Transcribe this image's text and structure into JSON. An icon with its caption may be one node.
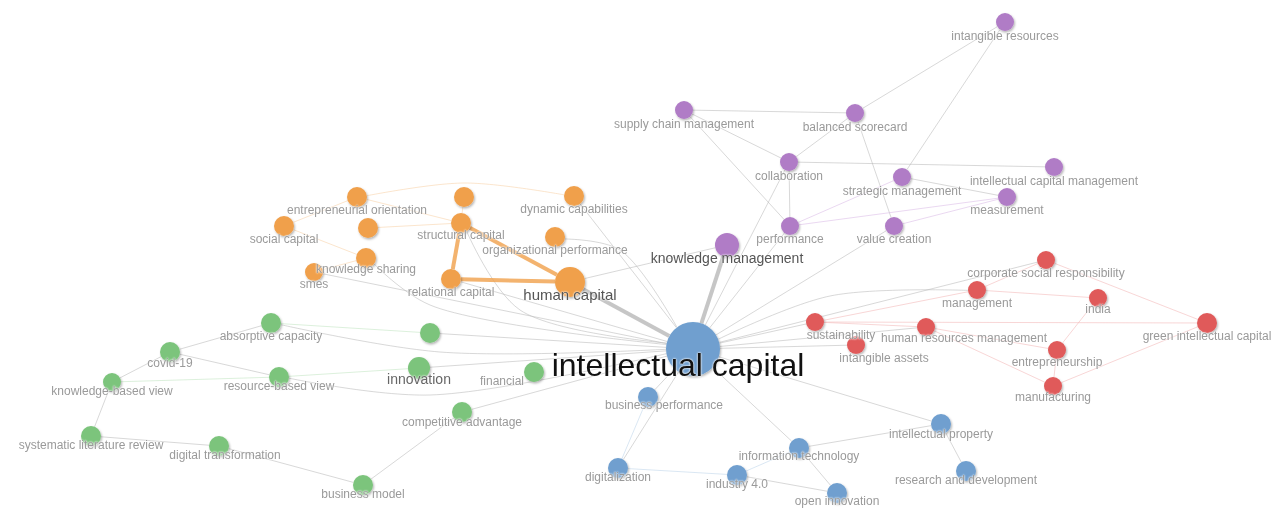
{
  "diagram": {
    "nodes": [
      {
        "text": [
          "intangible resources"
        ]
      },
      {
        "text": [
          "supply chain management"
        ]
      },
      {
        "text": [
          "balanced scorecard"
        ]
      },
      {
        "text": [
          "collaboration"
        ]
      },
      {
        "text": [
          "intellectual capital management"
        ]
      },
      {
        "text": [
          "strategic management"
        ]
      },
      {
        "text": [
          "entrepreneurial orientation"
        ]
      },
      {
        "text": [],
        "shape": "circle"
      },
      {
        "text": [
          "dynamic capabilities"
        ]
      },
      {
        "text": [
          "measurement"
        ]
      },
      {
        "text": [
          "social capital"
        ]
      },
      {
        "text": [],
        "shape": "circle"
      },
      {
        "text": [
          "structural capital"
        ]
      },
      {
        "text": [
          "performance"
        ]
      },
      {
        "text": [
          "value creation"
        ]
      },
      {
        "text": [
          "organizational performance"
        ]
      },
      {
        "text": [
          "knowledge management"
        ]
      },
      {
        "text": [
          "knowledge sharing"
        ]
      },
      {
        "text": [
          "corporate social responsibility"
        ]
      },
      {
        "text": [
          "smes"
        ]
      },
      {
        "text": [
          "relational capital"
        ]
      },
      {
        "text": [
          "human capital"
        ]
      },
      {
        "text": [
          "management"
        ]
      },
      {
        "text": [
          "india"
        ]
      },
      {
        "text": [
          "absorptive capacity"
        ]
      },
      {
        "text": [
          "sustainability"
        ]
      },
      {
        "text": [
          "green intellectual capital"
        ]
      },
      {
        "text": [
          "human resources management"
        ]
      },
      {
        "text": [],
        "shape": "circle"
      },
      {
        "text": [
          "intangible assets"
        ]
      },
      {
        "text": [
          "intellectual capital"
        ]
      },
      {
        "text": [
          "entrepreneurship"
        ]
      },
      {
        "text": [
          "covid-19"
        ]
      },
      {
        "text": [
          "innovation"
        ]
      },
      {
        "text": [
          "financial"
        ]
      },
      {
        "text": [
          "resource-based view"
        ]
      },
      {
        "text": [
          "knowledge-based view"
        ]
      },
      {
        "text": [
          "manufacturing"
        ]
      },
      {
        "text": [
          "business performance"
        ]
      },
      {
        "text": [
          "competitive advantage"
        ]
      },
      {
        "text": [
          "intellectual property"
        ]
      },
      {
        "text": [
          "systematic literature review"
        ]
      },
      {
        "text": [
          "digital transformation"
        ]
      },
      {
        "text": [
          "information technology"
        ]
      },
      {
        "text": [
          "digitalization"
        ]
      },
      {
        "text": [
          "research and development"
        ]
      },
      {
        "text": [
          "industry 4.0"
        ]
      },
      {
        "text": [
          "business model"
        ]
      },
      {
        "text": [
          "open innovation"
        ]
      }
    ],
    "edges": [
      {
        "from": 30,
        "to": 21,
        "arrow": "none",
        "style": "thick"
      },
      {
        "from": 30,
        "to": 16,
        "arrow": "none",
        "style": "thick"
      },
      {
        "from": 30,
        "to": 12,
        "arrow": "none"
      },
      {
        "from": 30,
        "to": 20,
        "arrow": "none"
      },
      {
        "from": 30,
        "to": 15,
        "arrow": "none"
      },
      {
        "from": 30,
        "to": 33,
        "arrow": "none"
      },
      {
        "from": 30,
        "to": 25,
        "arrow": "none"
      },
      {
        "from": 30,
        "to": 27,
        "arrow": "none"
      },
      {
        "from": 30,
        "to": 29,
        "arrow": "none"
      },
      {
        "from": 30,
        "to": 38,
        "arrow": "none"
      },
      {
        "from": 30,
        "to": 43,
        "arrow": "none"
      },
      {
        "from": 30,
        "to": 40,
        "arrow": "none"
      },
      {
        "from": 30,
        "to": 13,
        "arrow": "none"
      },
      {
        "from": 30,
        "to": 14,
        "arrow": "none"
      },
      {
        "from": 30,
        "to": 24,
        "arrow": "none"
      },
      {
        "from": 30,
        "to": 19,
        "arrow": "none"
      },
      {
        "from": 30,
        "to": 8,
        "arrow": "none"
      },
      {
        "from": 30,
        "to": 17,
        "arrow": "none"
      },
      {
        "from": 30,
        "to": 3,
        "arrow": "none"
      },
      {
        "from": 30,
        "to": 22,
        "arrow": "none"
      },
      {
        "from": 30,
        "to": 44,
        "arrow": "none"
      },
      {
        "from": 30,
        "to": 39,
        "arrow": "none"
      },
      {
        "from": 30,
        "to": 35,
        "arrow": "none"
      },
      {
        "from": 30,
        "to": 28,
        "arrow": "none"
      },
      {
        "from": 30,
        "to": 18,
        "arrow": "none"
      },
      {
        "from": 12,
        "to": 20,
        "arrow": "none",
        "style": "thick",
        "color": "#f0a04b"
      },
      {
        "from": 20,
        "to": 21,
        "arrow": "none",
        "style": "thick",
        "color": "#f0a04b"
      },
      {
        "from": 12,
        "to": 21,
        "arrow": "none",
        "style": "thick",
        "color": "#f0a04b"
      },
      {
        "from": 0,
        "to": 2,
        "arrow": "none"
      },
      {
        "from": 0,
        "to": 5,
        "arrow": "none"
      },
      {
        "from": 1,
        "to": 2,
        "arrow": "none"
      },
      {
        "from": 1,
        "to": 3,
        "arrow": "none"
      },
      {
        "from": 1,
        "to": 13,
        "arrow": "none"
      },
      {
        "from": 2,
        "to": 3,
        "arrow": "none"
      },
      {
        "from": 2,
        "to": 14,
        "arrow": "none"
      },
      {
        "from": 3,
        "to": 4,
        "arrow": "none"
      },
      {
        "from": 3,
        "to": 13,
        "arrow": "none"
      },
      {
        "from": 5,
        "to": 9,
        "arrow": "none"
      },
      {
        "from": 13,
        "to": 9,
        "arrow": "none",
        "color": "#d9b8e6"
      },
      {
        "from": 14,
        "to": 9,
        "arrow": "none",
        "color": "#d9b8e6"
      },
      {
        "from": 13,
        "to": 5,
        "arrow": "none",
        "color": "#d9b8e6"
      },
      {
        "from": 6,
        "to": 10,
        "arrow": "none",
        "color": "#f7cfa4"
      },
      {
        "from": 6,
        "to": 12,
        "arrow": "none",
        "color": "#f7cfa4"
      },
      {
        "from": 10,
        "to": 17,
        "arrow": "none",
        "color": "#f7cfa4"
      },
      {
        "from": 11,
        "to": 12,
        "arrow": "none",
        "color": "#f7cfa4"
      },
      {
        "from": 7,
        "to": 12,
        "arrow": "none",
        "color": "#f7cfa4"
      },
      {
        "from": 17,
        "to": 19,
        "arrow": "none",
        "color": "#f7cfa4"
      },
      {
        "from": 6,
        "to": 8,
        "arrow": "none",
        "color": "#f7cfa4"
      },
      {
        "from": 16,
        "to": 21,
        "arrow": "none"
      },
      {
        "from": 18,
        "to": 22,
        "arrow": "none",
        "color": "#f2b5b5"
      },
      {
        "from": 18,
        "to": 26,
        "arrow": "none",
        "color": "#f2b5b5"
      },
      {
        "from": 22,
        "to": 23,
        "arrow": "none",
        "color": "#f2b5b5"
      },
      {
        "from": 23,
        "to": 31,
        "arrow": "none",
        "color": "#f2b5b5"
      },
      {
        "from": 25,
        "to": 27,
        "arrow": "none",
        "color": "#f2b5b5"
      },
      {
        "from": 25,
        "to": 26,
        "arrow": "none",
        "color": "#f2b5b5"
      },
      {
        "from": 25,
        "to": 22,
        "arrow": "none",
        "color": "#f2b5b5"
      },
      {
        "from": 27,
        "to": 31,
        "arrow": "none",
        "color": "#f2b5b5"
      },
      {
        "from": 27,
        "to": 37,
        "arrow": "none",
        "color": "#f2b5b5"
      },
      {
        "from": 31,
        "to": 37,
        "arrow": "none",
        "color": "#f2b5b5"
      },
      {
        "from": 26,
        "to": 37,
        "arrow": "none",
        "color": "#f2b5b5"
      },
      {
        "from": 32,
        "to": 36,
        "arrow": "none"
      },
      {
        "from": 32,
        "to": 35,
        "arrow": "none"
      },
      {
        "from": 36,
        "to": 35,
        "arrow": "none",
        "color": "#bfe3bf"
      },
      {
        "from": 36,
        "to": 41,
        "arrow": "none"
      },
      {
        "from": 41,
        "to": 42,
        "arrow": "none"
      },
      {
        "from": 42,
        "to": 47,
        "arrow": "none"
      },
      {
        "from": 47,
        "to": 39,
        "arrow": "none"
      },
      {
        "from": 33,
        "to": 35,
        "arrow": "none",
        "color": "#bfe3bf"
      },
      {
        "from": 24,
        "to": 28,
        "arrow": "none",
        "color": "#bfe3bf"
      },
      {
        "from": 24,
        "to": 32,
        "arrow": "none"
      },
      {
        "from": 44,
        "to": 46,
        "arrow": "none",
        "color": "#bcd3ea"
      },
      {
        "from": 44,
        "to": 38,
        "arrow": "none",
        "color": "#bcd3ea"
      },
      {
        "from": 46,
        "to": 48,
        "arrow": "none"
      },
      {
        "from": 43,
        "to": 48,
        "arrow": "none"
      },
      {
        "from": 40,
        "to": 45,
        "arrow": "none"
      },
      {
        "from": 43,
        "to": 40,
        "arrow": "none"
      },
      {
        "from": 43,
        "to": 46,
        "arrow": "none",
        "color": "#bcd3ea"
      }
    ]
  }
}
